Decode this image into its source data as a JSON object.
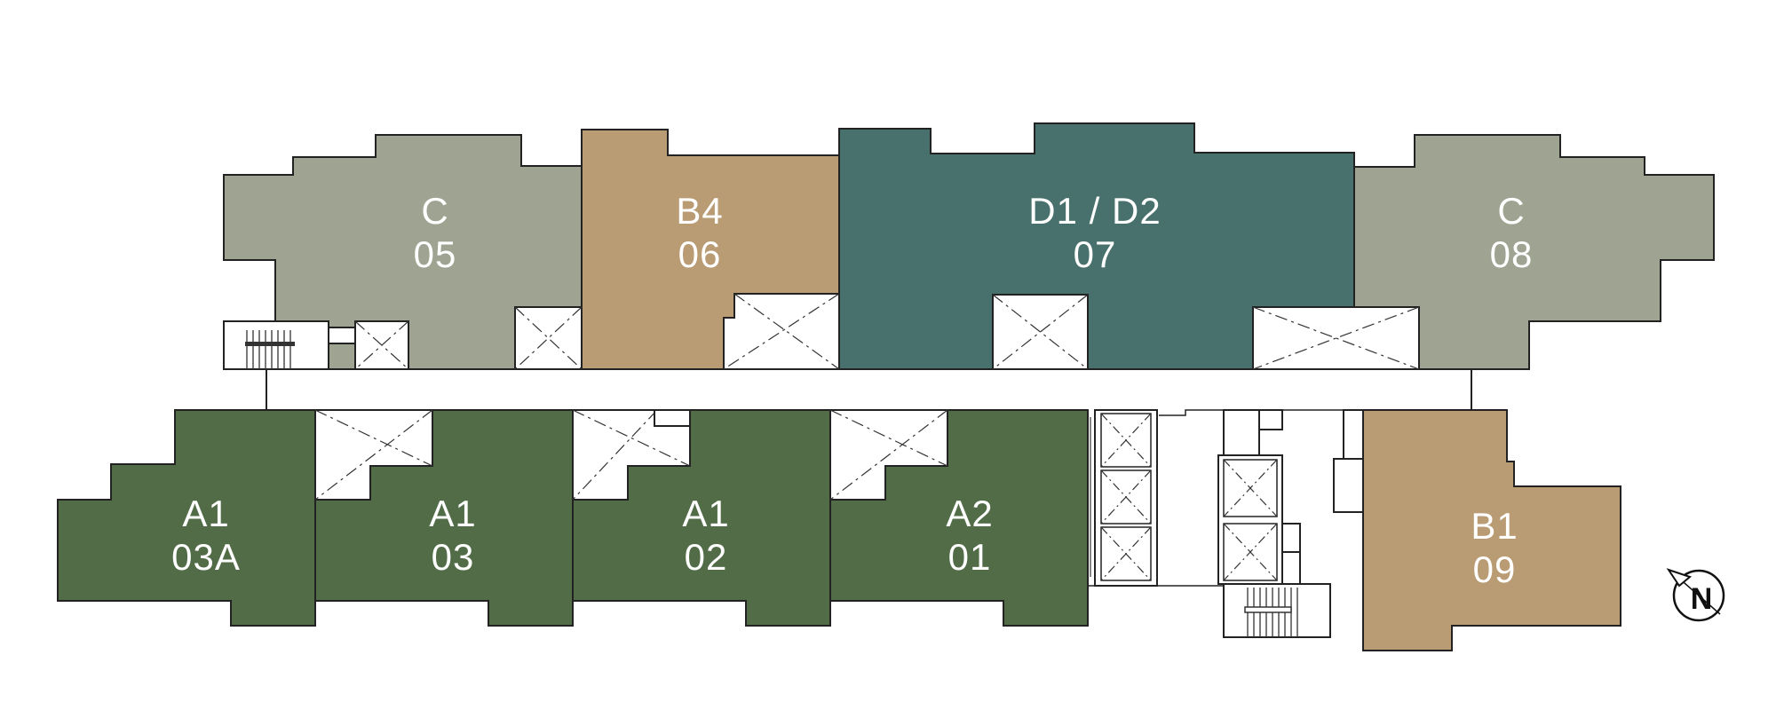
{
  "colors": {
    "type_c": "#9fa392",
    "type_b": "#b99b74",
    "type_d": "#48706c",
    "type_a": "#526c48",
    "outline": "#222222",
    "background": "#ffffff"
  },
  "units": [
    {
      "type": "C",
      "number": "05"
    },
    {
      "type": "B4",
      "number": "06"
    },
    {
      "type": "D1 / D2",
      "number": "07"
    },
    {
      "type": "C",
      "number": "08"
    },
    {
      "type": "A1",
      "number": "03A"
    },
    {
      "type": "A1",
      "number": "03"
    },
    {
      "type": "A1",
      "number": "02"
    },
    {
      "type": "A2",
      "number": "01"
    },
    {
      "type": "B1",
      "number": "09"
    }
  ],
  "north_arrow": {
    "label": "N",
    "icon": "north-arrow-icon"
  }
}
